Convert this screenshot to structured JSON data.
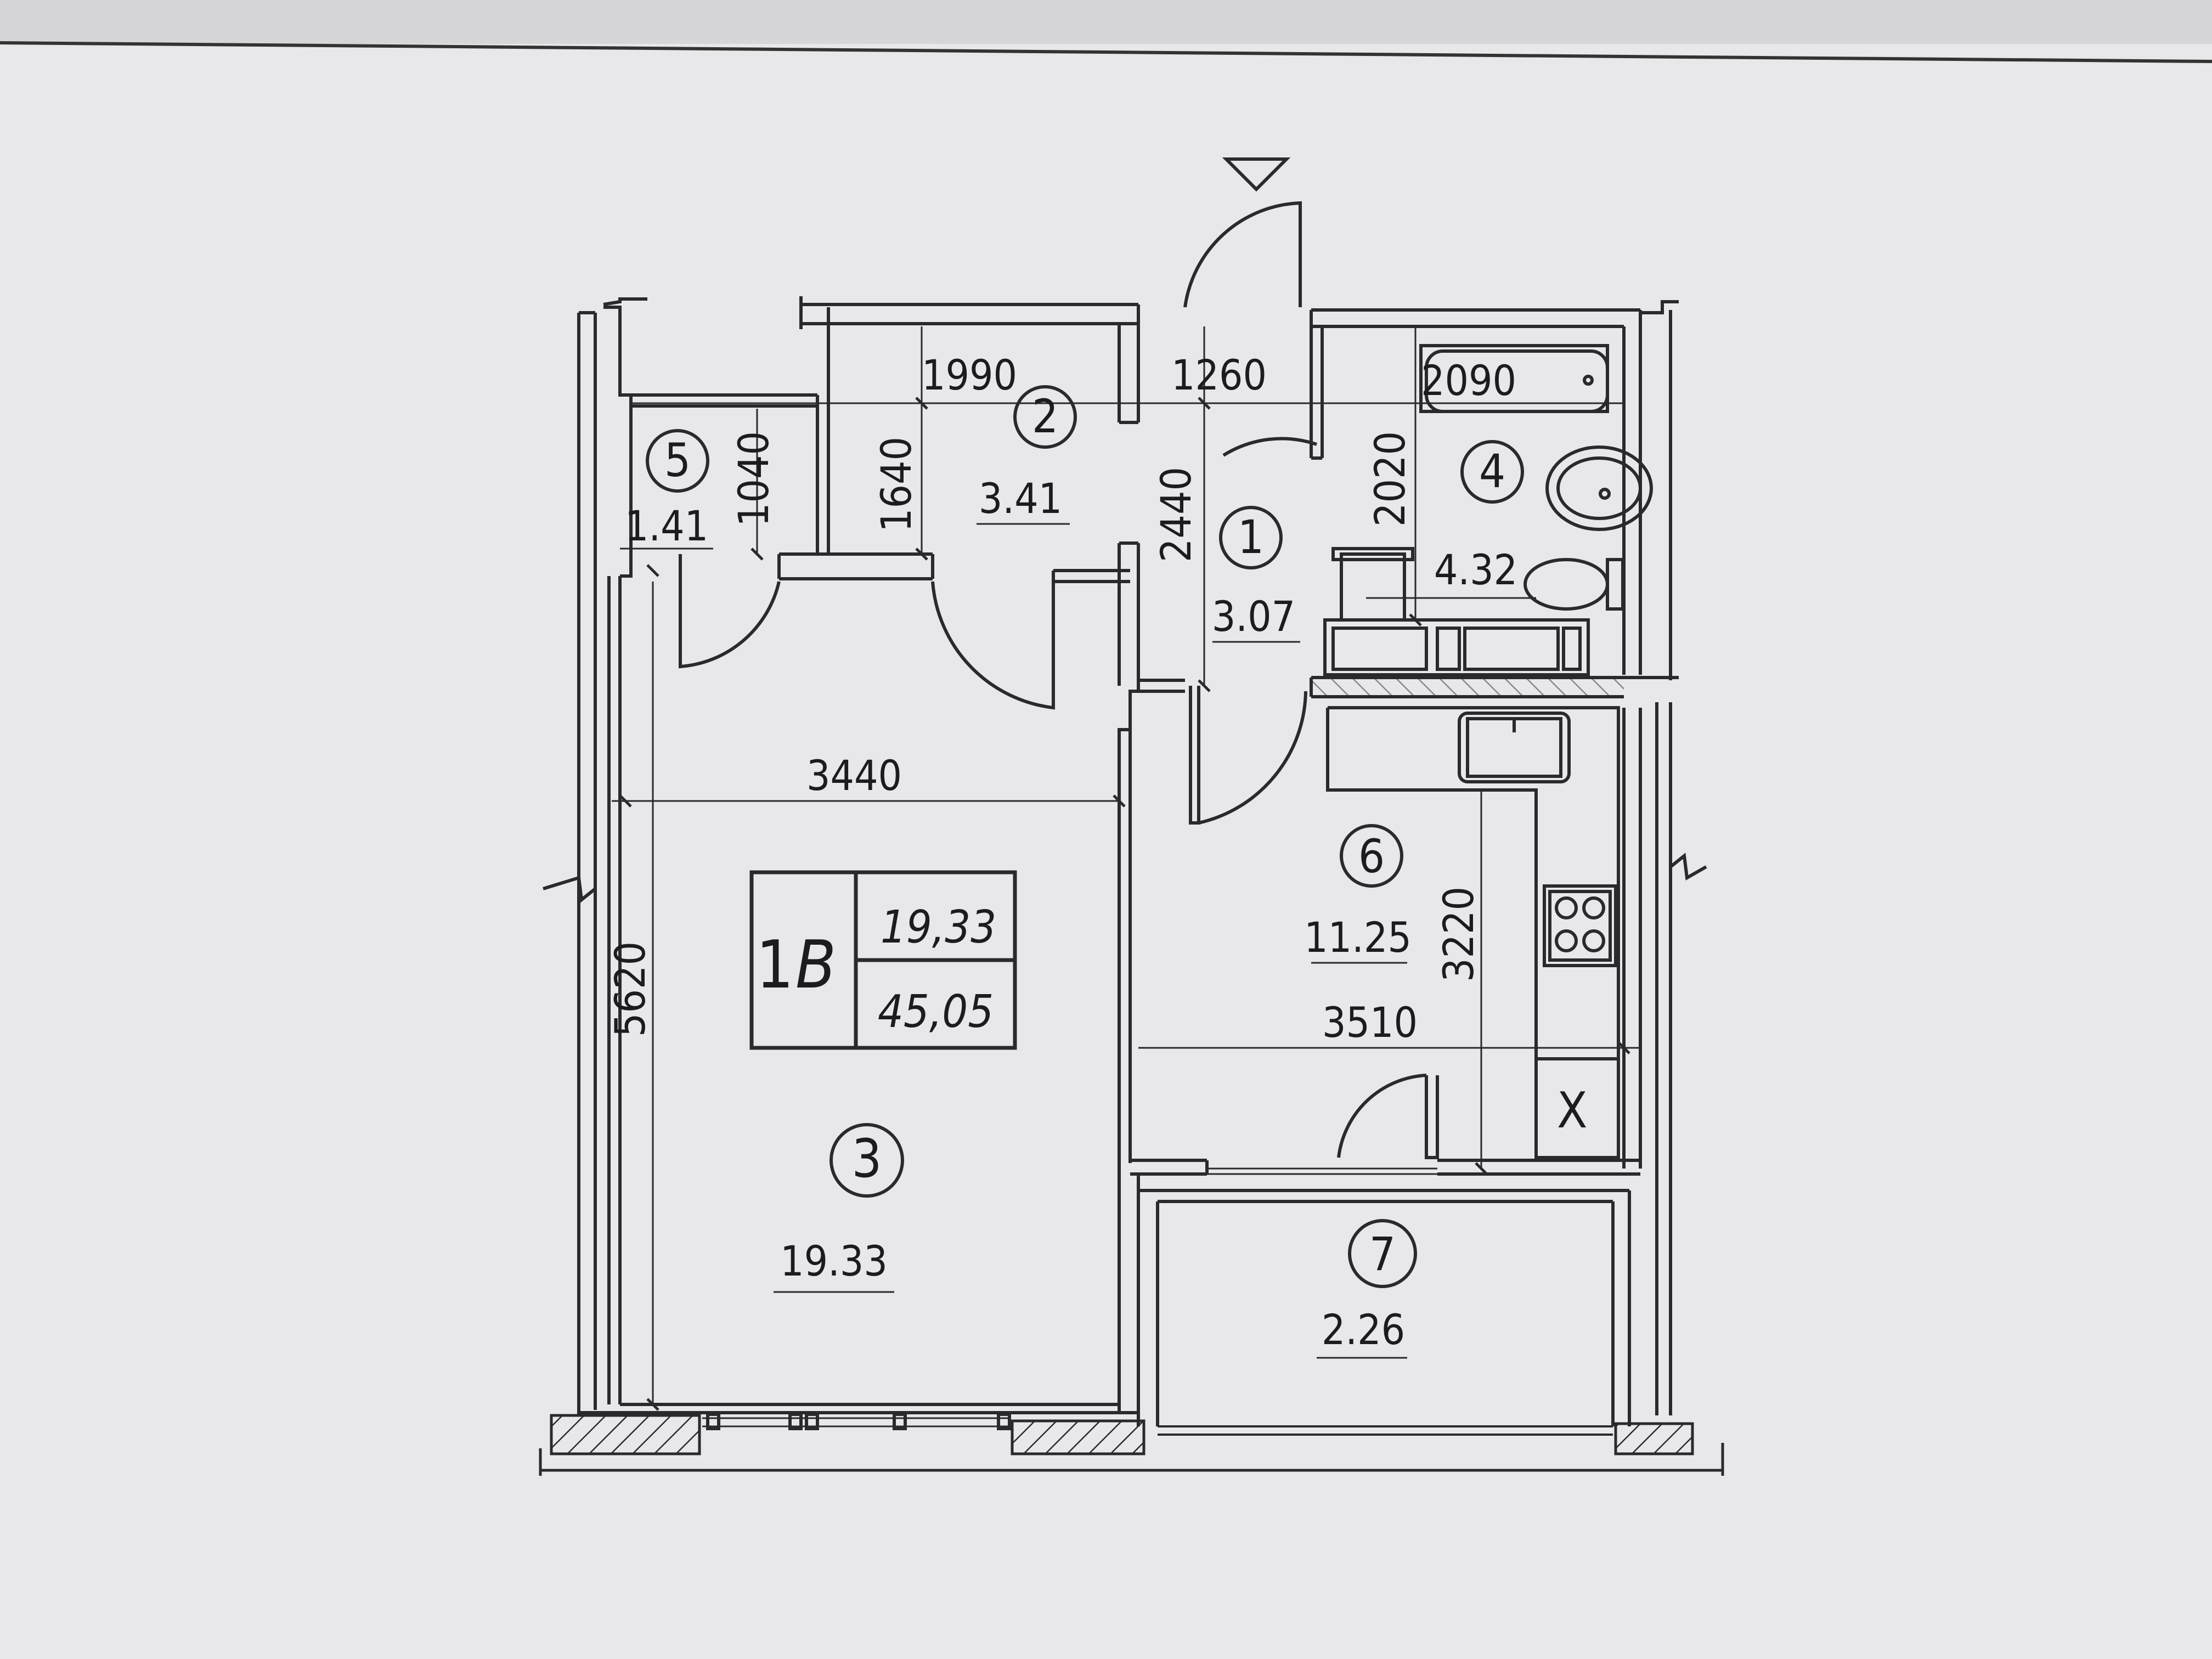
{
  "plan": {
    "apartment_tag": {
      "rooms": "1",
      "type": "B",
      "living_area": "19,33",
      "total_area": "45,05"
    },
    "rooms": [
      {
        "id": "1",
        "area": "3.07"
      },
      {
        "id": "2",
        "area": "3.41"
      },
      {
        "id": "3",
        "area": "19.33"
      },
      {
        "id": "4",
        "area": "4.32"
      },
      {
        "id": "5",
        "area": "1.41"
      },
      {
        "id": "6",
        "area": "11.25"
      },
      {
        "id": "7",
        "area": "2.26"
      }
    ],
    "dimensions": {
      "hall_width": "1990",
      "entry_width": "1260",
      "bath_width": "2090",
      "closet_depth": "1040",
      "corridor_depth": "1640",
      "entry_length": "2440",
      "bath_depth": "2020",
      "living_width": "3440",
      "living_length": "5620",
      "kitchen_depth": "3220",
      "kitchen_width": "3510"
    },
    "kitchen_cabinet_mark": "X"
  },
  "colors": {
    "paper": "#e8e8ea",
    "ink": "#1c1c1e",
    "line": "#2a2a2c",
    "background": "#d6d6d9"
  }
}
